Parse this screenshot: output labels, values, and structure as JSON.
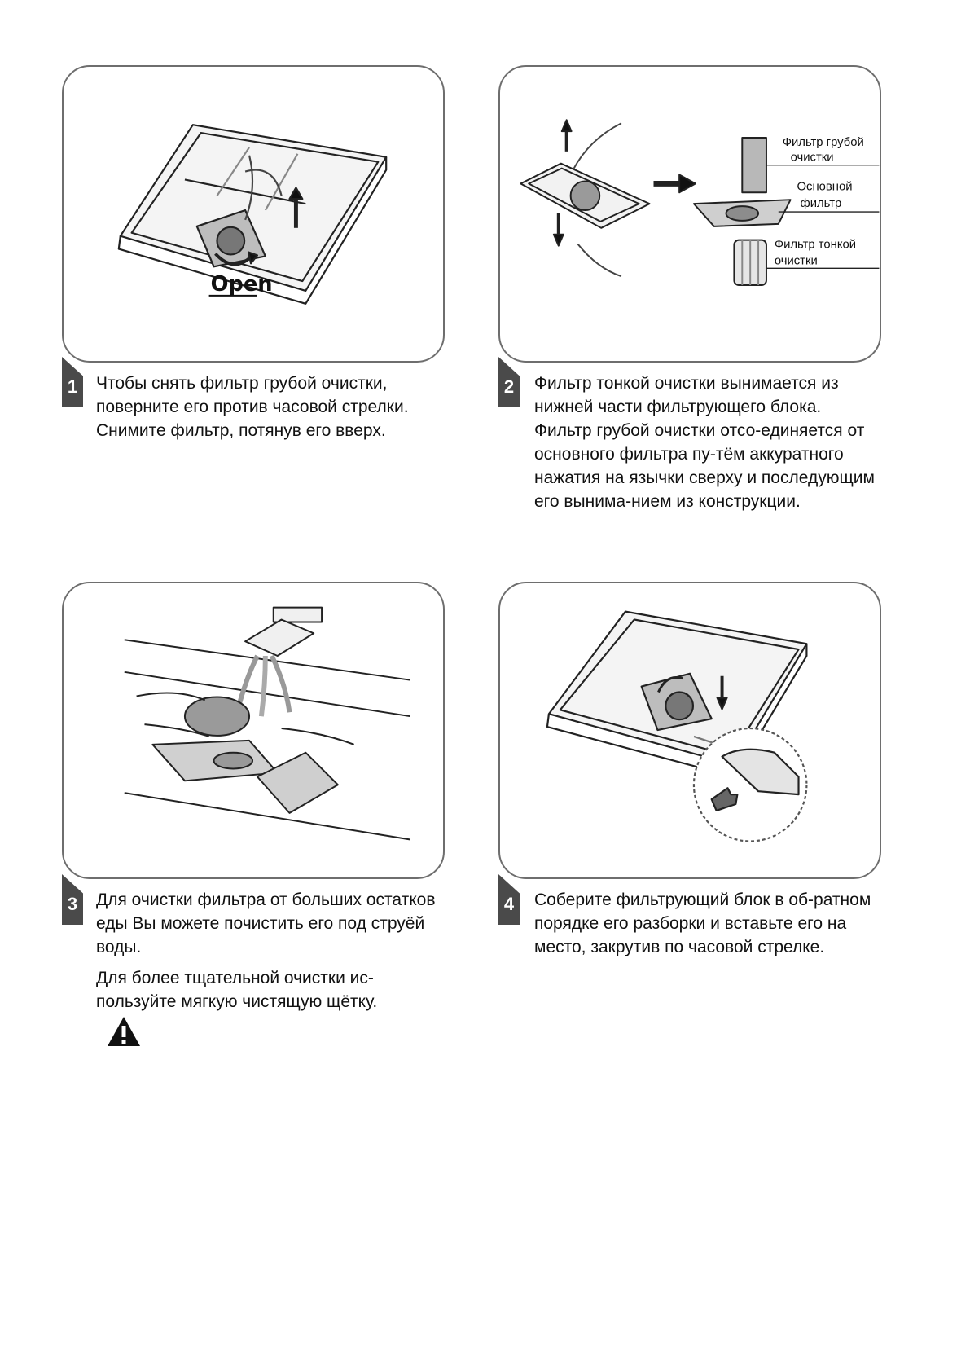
{
  "steps": [
    {
      "number": "1",
      "text": "Чтобы снять фильтр грубой очистки, поверните его против часовой стрелки. Снимите фильтр, потянув его вверх.",
      "image_label": "Open"
    },
    {
      "number": "2",
      "text": "Фильтр тонкой очистки вынимается из нижней части фильтрующего блока. Фильтр грубой очистки отсо-единяется от основного фильтра пу-тём аккуратного нажатия на язычки сверху и последующим его вынима-нием из конструкции.",
      "callouts": {
        "coarse_1": "Фильтр грубой",
        "coarse_2": "очистки",
        "main_1": "Основной",
        "main_2": "фильтр",
        "fine_1": "Фильтр тонкой",
        "fine_2": "очистки"
      }
    },
    {
      "number": "3",
      "text": "Для очистки фильтра от больших остатков еды Вы можете почистить его под струёй воды.",
      "text2": "Для более тщательной очистки ис-пользуйте мягкую чистящую щётку."
    },
    {
      "number": "4",
      "text": "Соберите фильтрующий блок в об-ратном порядке его разборки и вставьте его на место, закрутив по часовой стрелке."
    }
  ],
  "icons": {
    "warning": "warning-triangle-icon"
  }
}
